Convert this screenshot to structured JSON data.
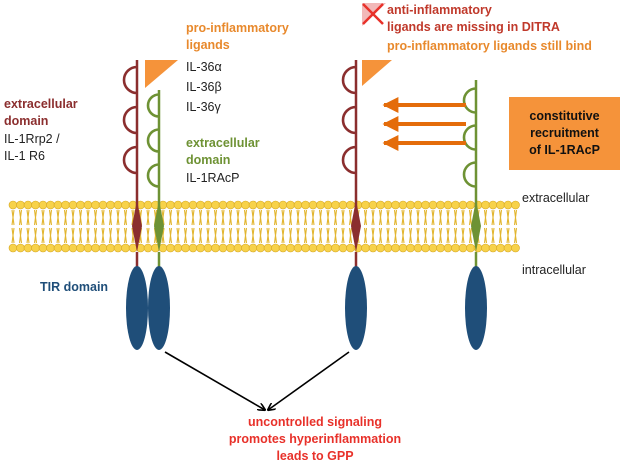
{
  "labels": {
    "pro_inflammatory_title": [
      "pro-inflammatory",
      "ligands"
    ],
    "ligand_alpha": "IL-36α",
    "ligand_beta": "IL-36β",
    "ligand_gamma": "IL-36γ",
    "receptor_extracellular_title": [
      "extracellular",
      "domain"
    ],
    "receptor_names": [
      "IL-1Rrp2 /",
      "IL-1 R6"
    ],
    "accessory_extracellular_title": [
      "extracellular",
      "domain"
    ],
    "accessory_name": "IL-1RAcP",
    "anti_inflammatory": [
      "anti-inflammatory",
      "ligands are missing in DITRA"
    ],
    "still_bind": "pro-inflammatory ligands still bind",
    "constitutive": [
      "constitutive",
      "recruitment",
      "of IL-1RAcP"
    ],
    "extracellular": "extracellular",
    "intracellular": "intracellular",
    "tir_domain": "TIR domain",
    "outcome": [
      "uncontrolled signaling",
      "promotes hyperinflammation",
      "leads to GPP"
    ]
  },
  "colors": {
    "receptor": "#8b2e2e",
    "accessory": "#6e9234",
    "ligand": "#f5933a",
    "arrow": "#e46c0a",
    "tir": "#1f4e79",
    "membrane_head": "#f7d24a",
    "membrane_tail": "#e2b630",
    "outcome_text": "#e8312a"
  }
}
